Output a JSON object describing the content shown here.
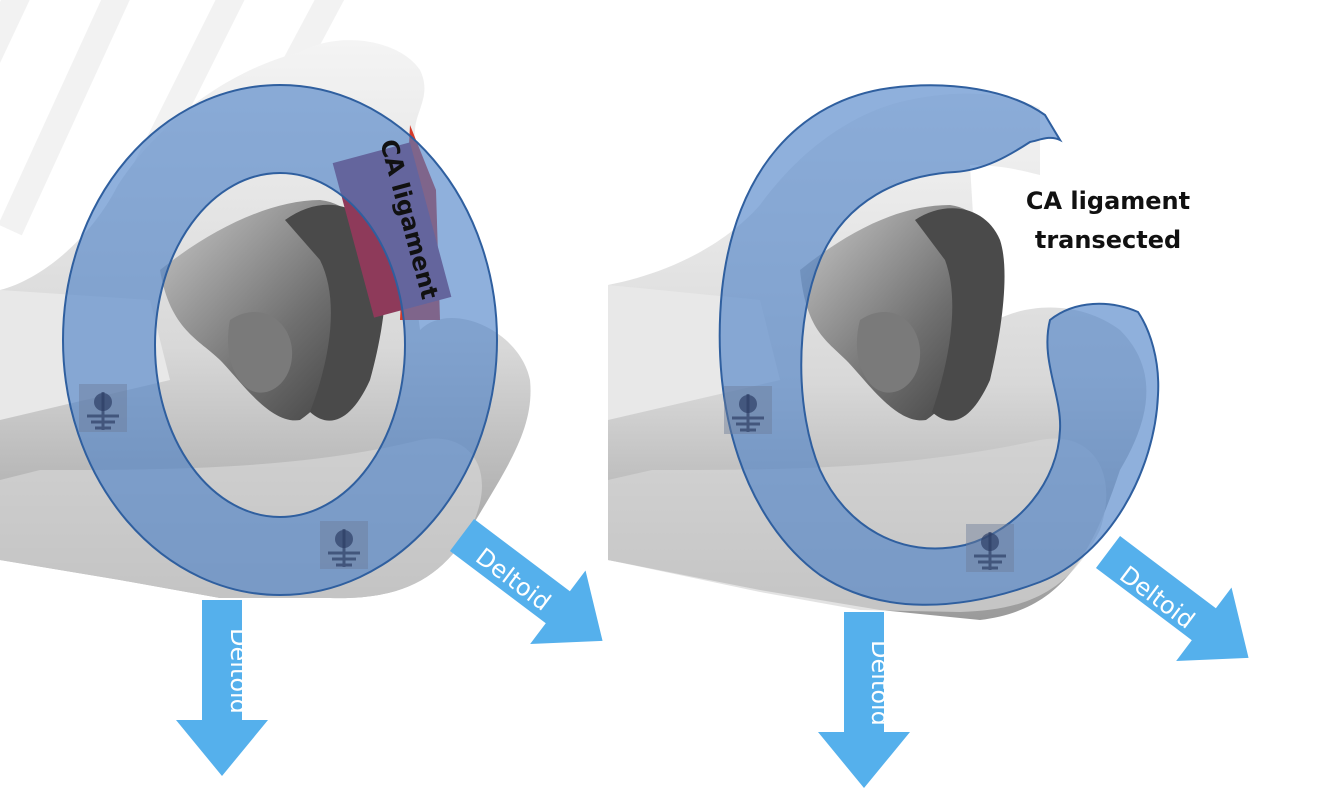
{
  "panels": [
    {
      "ligament_label": "CA ligament",
      "arrow_labels": [
        "Deltoid",
        "Deltoid"
      ]
    },
    {
      "ligament_label_line1": "CA ligament",
      "ligament_label_line2": "transected",
      "arrow_labels": [
        "Deltoid",
        "Deltoid"
      ]
    }
  ],
  "colors": {
    "ring_fill": "#4a7fc6",
    "ring_stroke": "#2f5f9f",
    "arrow_fill": "#55b0ec",
    "ligament_fill": "#8e3a5a",
    "ligament_edge": "#d63a2a",
    "label_text": "#222222"
  },
  "icons": [
    "bone-model",
    "watermark",
    "arrow-down"
  ]
}
